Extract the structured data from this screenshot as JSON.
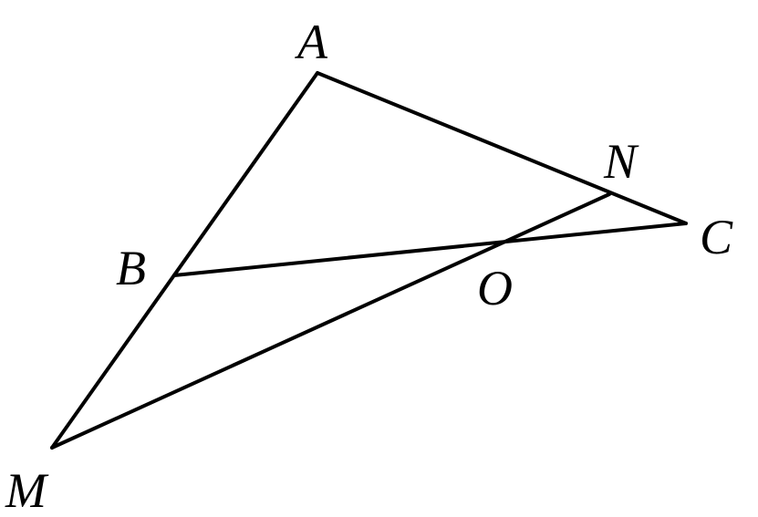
{
  "diagram": {
    "type": "geometry-figure",
    "points": {
      "A": {
        "label": "A"
      },
      "B": {
        "label": "B"
      },
      "C": {
        "label": "C"
      },
      "M": {
        "label": "M"
      },
      "N": {
        "label": "N"
      },
      "O": {
        "label": "O"
      }
    },
    "segments": [
      {
        "name": "segment-am",
        "from": "A",
        "to": "M",
        "through": [
          "B"
        ]
      },
      {
        "name": "segment-ac",
        "from": "A",
        "to": "C",
        "through": [
          "N"
        ]
      },
      {
        "name": "segment-bc",
        "from": "B",
        "to": "C",
        "through": [
          "O"
        ]
      },
      {
        "name": "segment-mn",
        "from": "M",
        "to": "N",
        "through": [
          "O"
        ]
      }
    ],
    "line_color": "#000000",
    "background_color": "#ffffff"
  }
}
